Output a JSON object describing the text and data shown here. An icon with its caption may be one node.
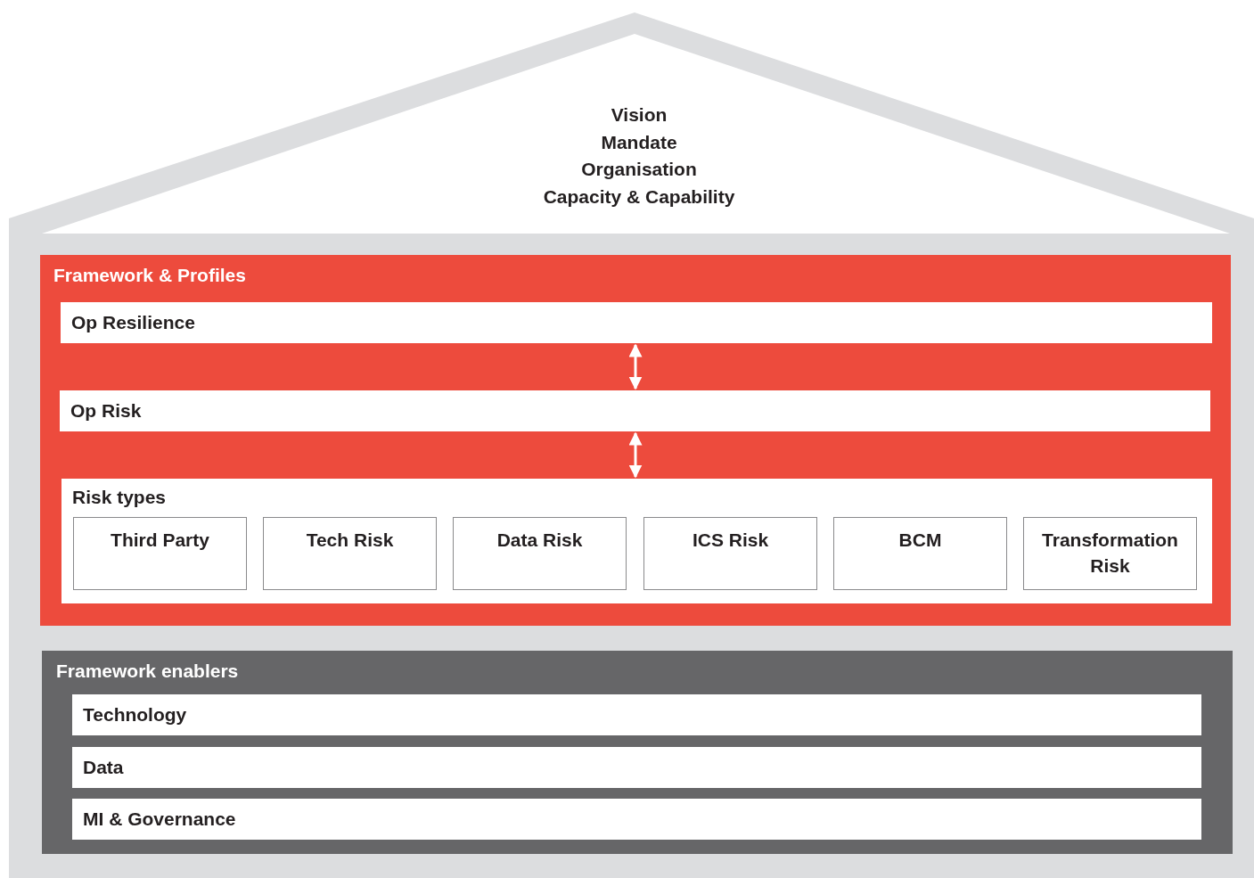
{
  "diagram": {
    "nodes": [
      {
        "text": [
          "Vision",
          "Mandate",
          "Organisation",
          "Capacity & Capability"
        ]
      },
      {
        "text": [
          "Framework & Profiles"
        ],
        "in": 0
      },
      {
        "text": [
          "Op Resilience"
        ],
        "in": 1
      },
      {
        "text": [
          "Op Risk"
        ],
        "in": 1
      },
      {
        "text": [
          "Risk types"
        ],
        "in": 1
      },
      {
        "text": [
          "Third Party"
        ],
        "in": 4
      },
      {
        "text": [
          "Tech Risk"
        ],
        "in": 4
      },
      {
        "text": [
          "Data Risk"
        ],
        "in": 4
      },
      {
        "text": [
          "ICS Risk"
        ],
        "in": 4
      },
      {
        "text": [
          "BCM"
        ],
        "in": 4
      },
      {
        "text": [
          "Transformation Risk"
        ],
        "in": 4
      },
      {
        "text": [
          "Framework enablers"
        ],
        "in": 0
      },
      {
        "text": [
          "Technology"
        ],
        "in": 11
      },
      {
        "text": [
          "Data"
        ],
        "in": 11
      },
      {
        "text": [
          "MI & Governance"
        ],
        "in": 11
      }
    ],
    "edges": [
      {
        "from": 2,
        "to": 3,
        "arrow": "both"
      },
      {
        "from": 3,
        "to": 4,
        "arrow": "both"
      }
    ]
  }
}
